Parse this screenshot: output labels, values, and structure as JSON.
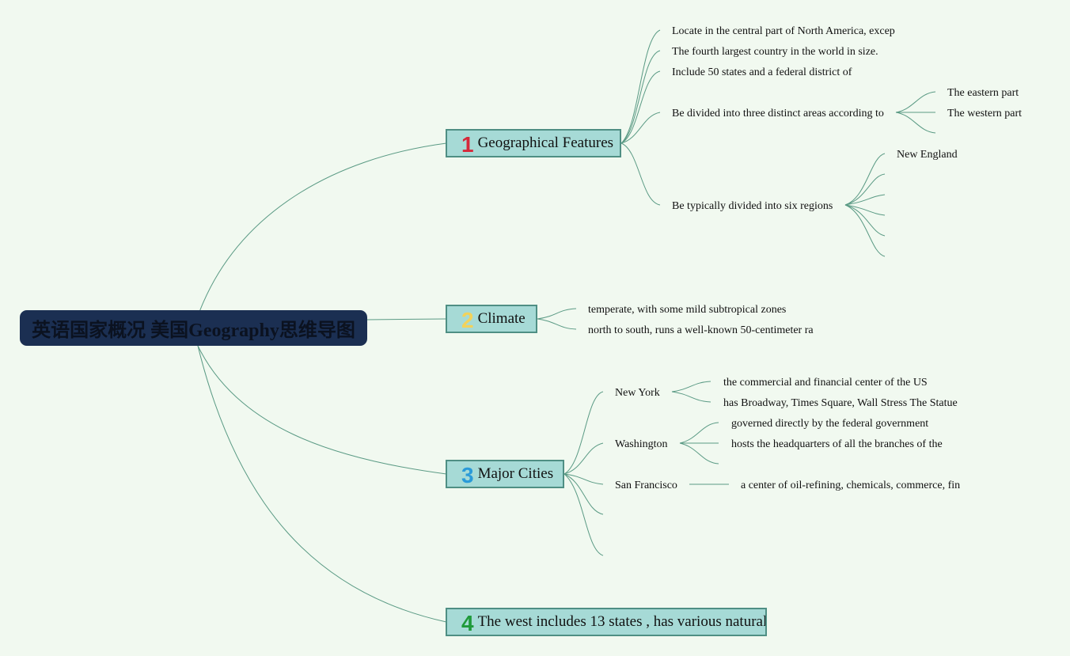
{
  "root": {
    "title": "英语国家概况 美国Geography思维导图"
  },
  "colors": {
    "background": "#f1f9f0",
    "root_fill": "#1b2f52",
    "branch_fill": "#a6dad6",
    "branch_border": "#4f8f84",
    "line": "#5a9a84",
    "badge_1": "#d6283a",
    "badge_2": "#f2d25a",
    "badge_3": "#2a9ad8",
    "badge_4": "#1f9a3a"
  },
  "branches": [
    {
      "number": "1",
      "label": "Geographical Features",
      "children": [
        {
          "text": "Locate in the central part of North America, excep"
        },
        {
          "text": "The fourth largest country in the world in size."
        },
        {
          "text": "Include 50 states and a federal district of"
        },
        {
          "text": "Be divided into three distinct areas according to",
          "children": [
            "The eastern part",
            "The western part"
          ]
        },
        {
          "text": "Be typically divided into six regions",
          "children": [
            "New England"
          ]
        }
      ]
    },
    {
      "number": "2",
      "label": "Climate",
      "children": [
        {
          "text": "temperate, with some mild subtropical zones"
        },
        {
          "text": "north to south, runs a well-known 50-centimeter ra"
        }
      ]
    },
    {
      "number": "3",
      "label": "Major Cities",
      "children": [
        {
          "text": "New York",
          "children": [
            "the commercial and financial center of the US",
            "has Broadway, Times Square, Wall Stress The Statue"
          ]
        },
        {
          "text": "Washington",
          "children": [
            "governed directly by the federal government",
            "hosts the headquarters of all the branches of the"
          ]
        },
        {
          "text": "San Francisco",
          "children": [
            "a center of oil-refining, chemicals, commerce, fin"
          ]
        }
      ]
    },
    {
      "number": "4",
      "label": "The west includes 13 states , has various natural"
    }
  ]
}
